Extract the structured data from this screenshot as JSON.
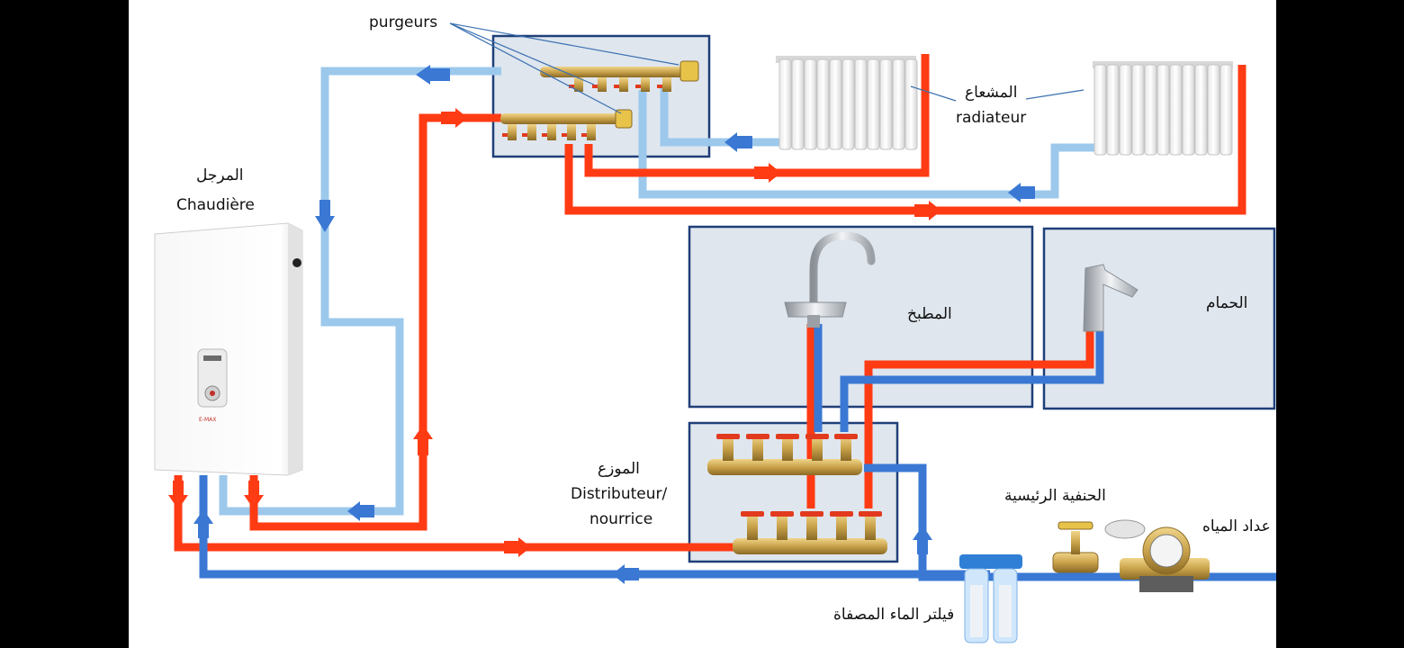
{
  "labels": {
    "purgeurs": "purgeurs",
    "boiler_ar": "المرجل",
    "boiler_fr": "Chaudière",
    "radiator_ar": "المشعاع",
    "radiator_fr": "radiateur",
    "kitchen_ar": "المطبخ",
    "bathroom_ar": "الحمام",
    "distributor_ar": "الموزع",
    "distributor_fr_1": "Distributeur/",
    "distributor_fr_2": "nourrice",
    "main_valve_ar": "الحنفية الرئيسية",
    "water_meter_ar": "عداد المياه",
    "filter_ar": "فيلتر الماء المصفاة"
  },
  "boiler_panel_brand": "E-MAX",
  "colors": {
    "hot": "#ff3b14",
    "cold": "#3a78d4",
    "return": "#9cc8ec",
    "frame": "#1f3f78",
    "room_fill": "#dfe6ee",
    "brass": "#c9a24a"
  }
}
